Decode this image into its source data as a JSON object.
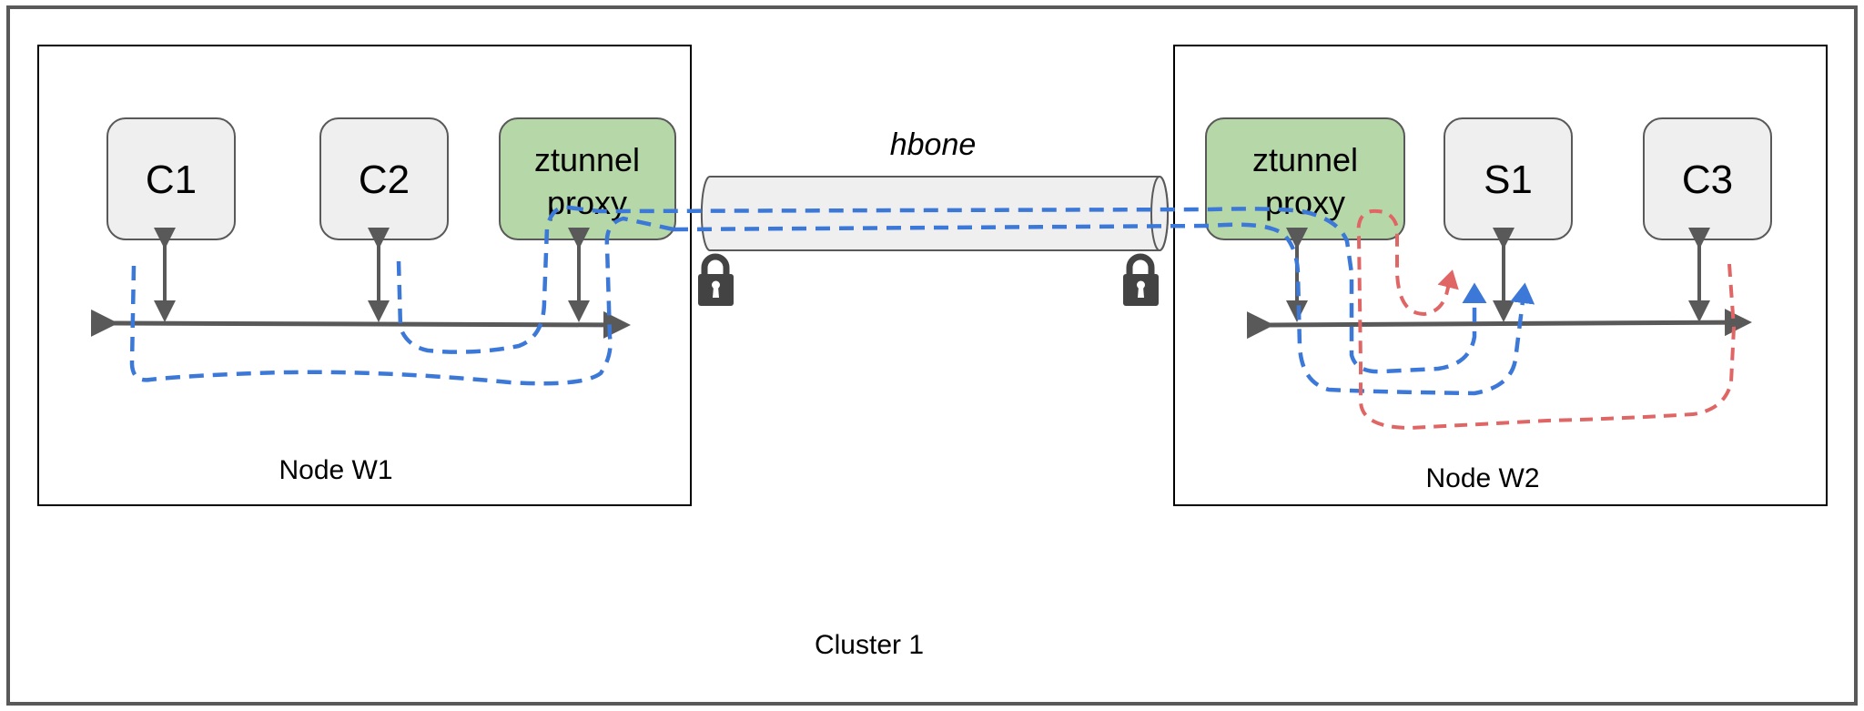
{
  "cluster": {
    "label": "Cluster 1"
  },
  "nodes": [
    {
      "label": "Node W1"
    },
    {
      "label": "Node W2"
    }
  ],
  "tunnel": {
    "label": "hbone"
  },
  "workloads": {
    "c1": "C1",
    "c2": "C2",
    "ztunnel_w1": [
      "ztunnel",
      "proxy"
    ],
    "ztunnel_w2": [
      "ztunnel",
      "proxy"
    ],
    "s1": "S1",
    "c3": "C3"
  },
  "colors": {
    "frame": "#595959",
    "node_border": "#000000",
    "pod_fill": "#efefef",
    "pod_border": "#595959",
    "ztunnel_fill": "#b6d7a8",
    "bus": "#595959",
    "flow_blue": "#3c78d8",
    "flow_red": "#e06666",
    "lock": "#434343",
    "tunnel_fill": "#efefef"
  }
}
